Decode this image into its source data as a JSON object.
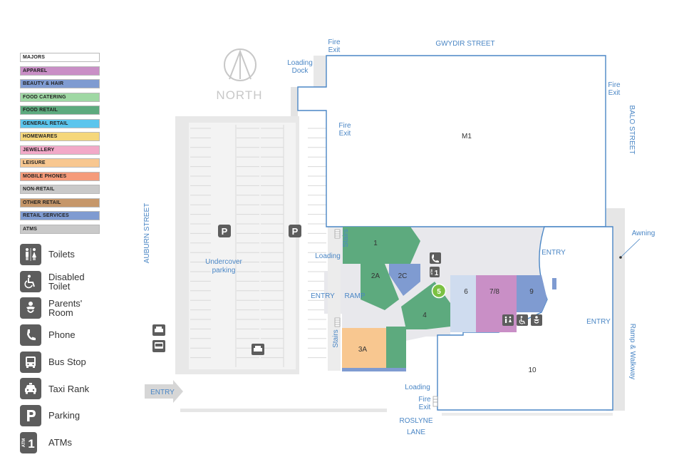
{
  "legend": {
    "categories": [
      {
        "label": "MAJORS",
        "color": "#ffffff"
      },
      {
        "label": "APPAREL",
        "color": "#c98fc6"
      },
      {
        "label": "BEAUTY & HAIR",
        "color": "#7f9bd1"
      },
      {
        "label": "FOOD CATERING",
        "color": "#9fd8a4"
      },
      {
        "label": "FOOD RETAIL",
        "color": "#5daa7e"
      },
      {
        "label": "GENERAL RETAIL",
        "color": "#5bc5ed"
      },
      {
        "label": "HOMEWARES",
        "color": "#f5d77b"
      },
      {
        "label": "JEWELLERY",
        "color": "#f2a9c8"
      },
      {
        "label": "LEISURE",
        "color": "#f8c790"
      },
      {
        "label": "MOBILE PHONES",
        "color": "#f59b7a"
      },
      {
        "label": "NON-RETAIL",
        "color": "#c9c9c9"
      },
      {
        "label": "OTHER RETAIL",
        "color": "#c6976a"
      },
      {
        "label": "RETAIL SERVICES",
        "color": "#7f9bd1"
      },
      {
        "label": "ATMS",
        "color": "#c9c9c9"
      }
    ]
  },
  "amenities": [
    {
      "label": "Toilets",
      "icon": "toilets-icon"
    },
    {
      "label": "Disabled Toilet",
      "icon": "wheelchair-icon"
    },
    {
      "label": "Parents' Room",
      "icon": "parents-room-icon"
    },
    {
      "label": "Phone",
      "icon": "phone-icon"
    },
    {
      "label": "Bus Stop",
      "icon": "bus-icon"
    },
    {
      "label": "Taxi Rank",
      "icon": "taxi-icon"
    },
    {
      "label": "Parking",
      "icon": "parking-icon"
    },
    {
      "label": "ATMs",
      "icon": "atm-icon"
    }
  ],
  "compass": {
    "label": "NORTH"
  },
  "streets": {
    "gwydir": "GWYDIR STREET",
    "balo": "BALO STREET",
    "auburn": "AUBURN STREET",
    "roslyne_1": "ROSLYNE",
    "roslyne_2": "LANE"
  },
  "labels": {
    "fire_exit_1": "Fire",
    "fire_exit_2": "Exit",
    "loading_dock_1": "Loading",
    "loading_dock_2": "Dock",
    "loading": "Loading",
    "undercover_1": "Undercover",
    "undercover_2": "parking",
    "entry": "ENTRY",
    "ramp": "RAMP",
    "stairs": "Stairs",
    "awning": "Awning",
    "ramp_walkway": "Ramp & Walkway",
    "parking_symbol": "P",
    "atm_number": "1",
    "atm_text": "ATM"
  },
  "shops": {
    "m1": "M1",
    "s1": "1",
    "s2a": "2A",
    "s2c": "2C",
    "s3a": "3A",
    "s4": "4",
    "s5": "5",
    "s6": "6",
    "s78": "7/8",
    "s9": "9",
    "s10": "10"
  },
  "colors": {
    "food_retail": "#5daa7e",
    "retail_services": "#7f9bd1",
    "apparel": "#c98fc6",
    "leisure": "#f8c790",
    "common_area": "#e8e8ec",
    "outline": "#4a86c5",
    "road": "#e6e6e6",
    "icon_grey": "#5d5d5d",
    "marker_green": "#7bc142"
  }
}
